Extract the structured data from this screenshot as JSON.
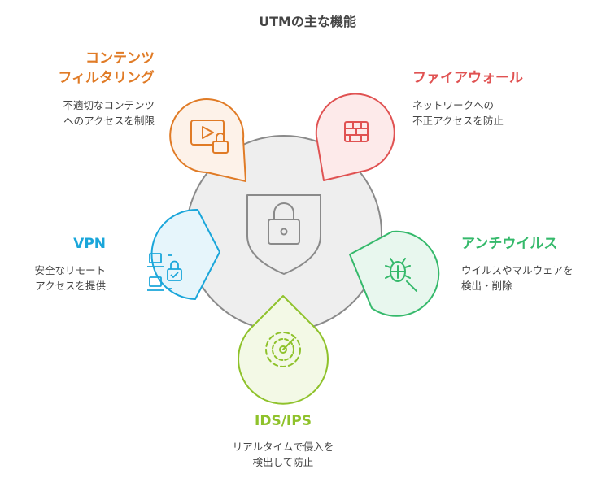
{
  "title": "UTMの主な機能",
  "colors": {
    "content_filtering": "#e07b26",
    "firewall": "#e05252",
    "vpn": "#1aa6da",
    "antivirus": "#35b96b",
    "ids_ips": "#8fc22b",
    "center": "#888888"
  },
  "center": {
    "icon": "shield-lock-icon"
  },
  "features": [
    {
      "id": "content_filtering",
      "title": "コンテンツ\nフィルタリング",
      "description": "不適切なコンテンツ\nへのアクセスを制限",
      "icon": "video-lock-icon"
    },
    {
      "id": "firewall",
      "title": "ファイアウォール",
      "description": "ネットワークへの\n不正アクセスを防止",
      "icon": "firewall-icon"
    },
    {
      "id": "vpn",
      "title": "VPN",
      "description": "安全なリモート\nアクセスを提供",
      "icon": "devices-lock-icon"
    },
    {
      "id": "antivirus",
      "title": "アンチウイルス",
      "description": "ウイルスやマルウェアを\n検出・削除",
      "icon": "bug-search-icon"
    },
    {
      "id": "ids_ips",
      "title": "IDS/IPS",
      "description": "リアルタイムで侵入を\n検出して防止",
      "icon": "radar-icon"
    }
  ]
}
